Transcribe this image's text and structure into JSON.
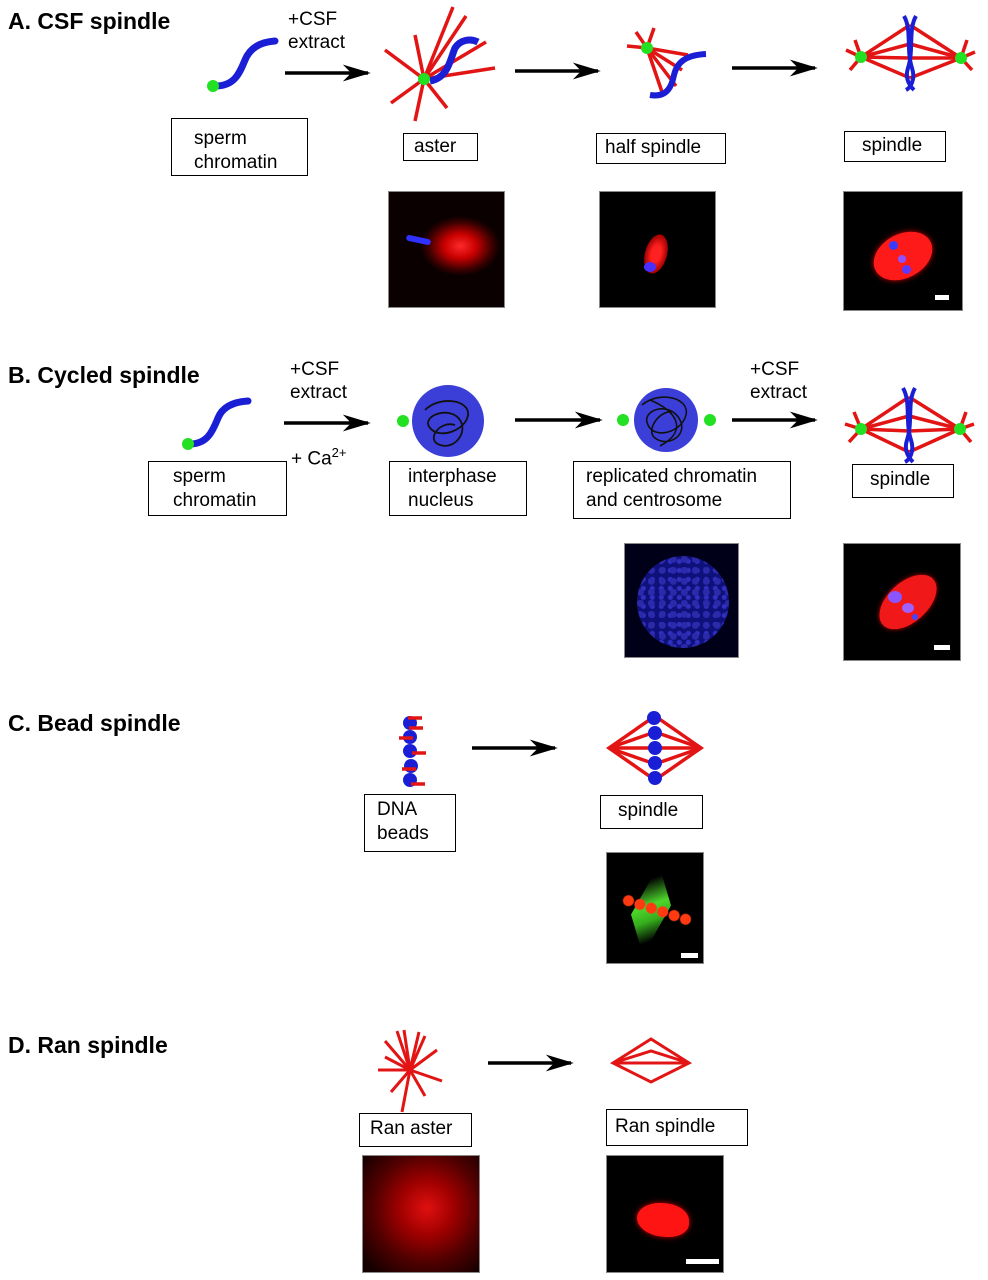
{
  "colors": {
    "microtubule": "#e31414",
    "chromatin": "#1a1fd6",
    "centrosome": "#22e022",
    "arrow": "#000000"
  },
  "panels": [
    {
      "id": "A",
      "title": "A.  CSF spindle",
      "stages": [
        {
          "label": "sperm\nchromatin",
          "line1": "sperm",
          "line2": "chromatin"
        },
        {
          "label": "aster"
        },
        {
          "label": "half spindle"
        },
        {
          "label": "spindle"
        }
      ],
      "arrows": [
        {
          "text": "+CSF\nextract",
          "line1": "+CSF",
          "line2": "extract"
        },
        {
          "text": ""
        },
        {
          "text": ""
        }
      ],
      "micrographs": [
        "aster micrograph",
        "half spindle micrograph",
        "spindle micrograph (with scale bar)"
      ]
    },
    {
      "id": "B",
      "title": "B.  Cycled spindle",
      "stages": [
        {
          "line1": "sperm",
          "line2": "chromatin"
        },
        {
          "line1": "interphase",
          "line2": "nucleus"
        },
        {
          "line1": "replicated chromatin",
          "line2": "and centrosome"
        },
        {
          "label": "spindle"
        }
      ],
      "arrows": [
        {
          "line1": "+CSF",
          "line2": "extract",
          "below": "+ Ca",
          "below_sup": "2+"
        },
        {
          "text": ""
        },
        {
          "line1": "+CSF",
          "line2": "extract"
        }
      ],
      "micrographs": [
        "replicated nucleus micrograph",
        "cycled spindle micrograph (with scale bar)"
      ]
    },
    {
      "id": "C",
      "title": "C.  Bead spindle",
      "stages": [
        {
          "line1": "DNA",
          "line2": "beads"
        },
        {
          "label": "spindle"
        }
      ],
      "micrographs": [
        "bead spindle micrograph (with scale bar)"
      ]
    },
    {
      "id": "D",
      "title": "D.  Ran spindle",
      "stages": [
        {
          "label": "Ran aster"
        },
        {
          "label": "Ran spindle"
        }
      ],
      "micrographs": [
        "Ran aster micrograph",
        "Ran spindle micrograph (with scale bar)"
      ]
    }
  ]
}
